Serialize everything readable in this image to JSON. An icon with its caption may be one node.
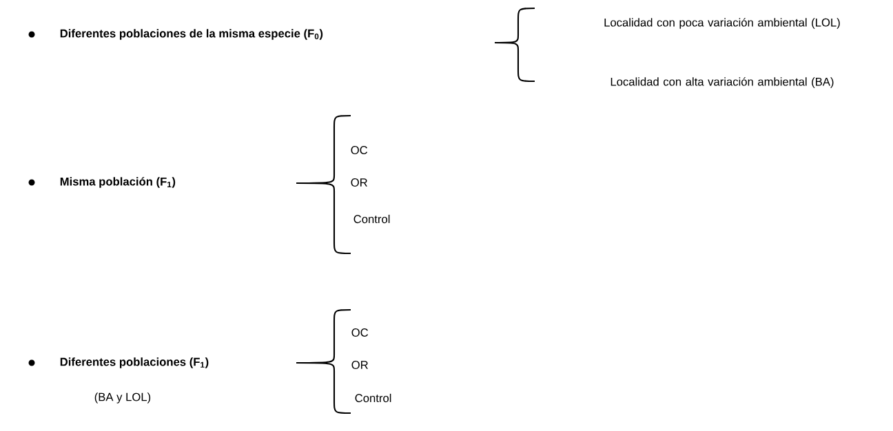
{
  "diagram": {
    "labels": [
      "Localidad con poca variación ambiental (LOL)",
      "Diferentes poblaciones de la misma especie (F$_{0}$)",
      "Localidad con alta variación ambiental (BA)",
      "Misma población (F$_{1}$)",
      "OC",
      "OR",
      "Control",
      "Diferentes poblaciones (F$_{1}$)",
      "(BA y LOL)",
      "OC",
      "OR",
      "Control"
    ]
  }
}
